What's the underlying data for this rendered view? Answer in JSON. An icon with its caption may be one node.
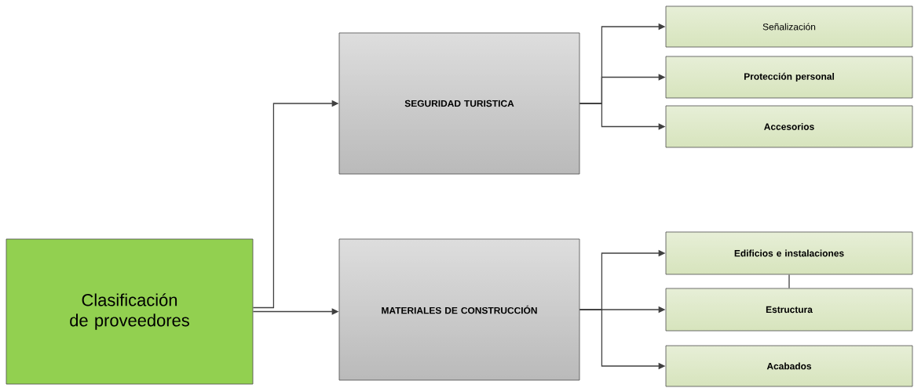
{
  "diagram": {
    "nodes": [
      {
        "text": [
          "Clasificación de proveedores"
        ]
      },
      {
        "text": [
          "SEGURIDAD TURISTICA"
        ]
      },
      {
        "text": [
          "MATERIALES DE CONSTRUCCIÓN"
        ]
      },
      {
        "text": [
          "Señalización"
        ]
      },
      {
        "text": [
          "Protección personal"
        ]
      },
      {
        "text": [
          "Accesorios"
        ]
      },
      {
        "text": [
          "Edificios e instalaciones"
        ]
      },
      {
        "text": [
          "Estructura"
        ]
      },
      {
        "text": [
          "Acabados"
        ]
      }
    ],
    "edges": [
      {
        "from": 0,
        "to": 1,
        "arrow": "to"
      },
      {
        "from": 0,
        "to": 2,
        "arrow": "to"
      },
      {
        "from": 1,
        "to": 3,
        "arrow": "to"
      },
      {
        "from": 1,
        "to": 4,
        "arrow": "to"
      },
      {
        "from": 1,
        "to": 5,
        "arrow": "to"
      },
      {
        "from": 2,
        "to": 6,
        "arrow": "to"
      },
      {
        "from": 2,
        "to": 7,
        "arrow": "to"
      },
      {
        "from": 2,
        "to": 8,
        "arrow": "to"
      },
      {
        "from": 6,
        "to": 7,
        "arrow": "none"
      }
    ]
  }
}
